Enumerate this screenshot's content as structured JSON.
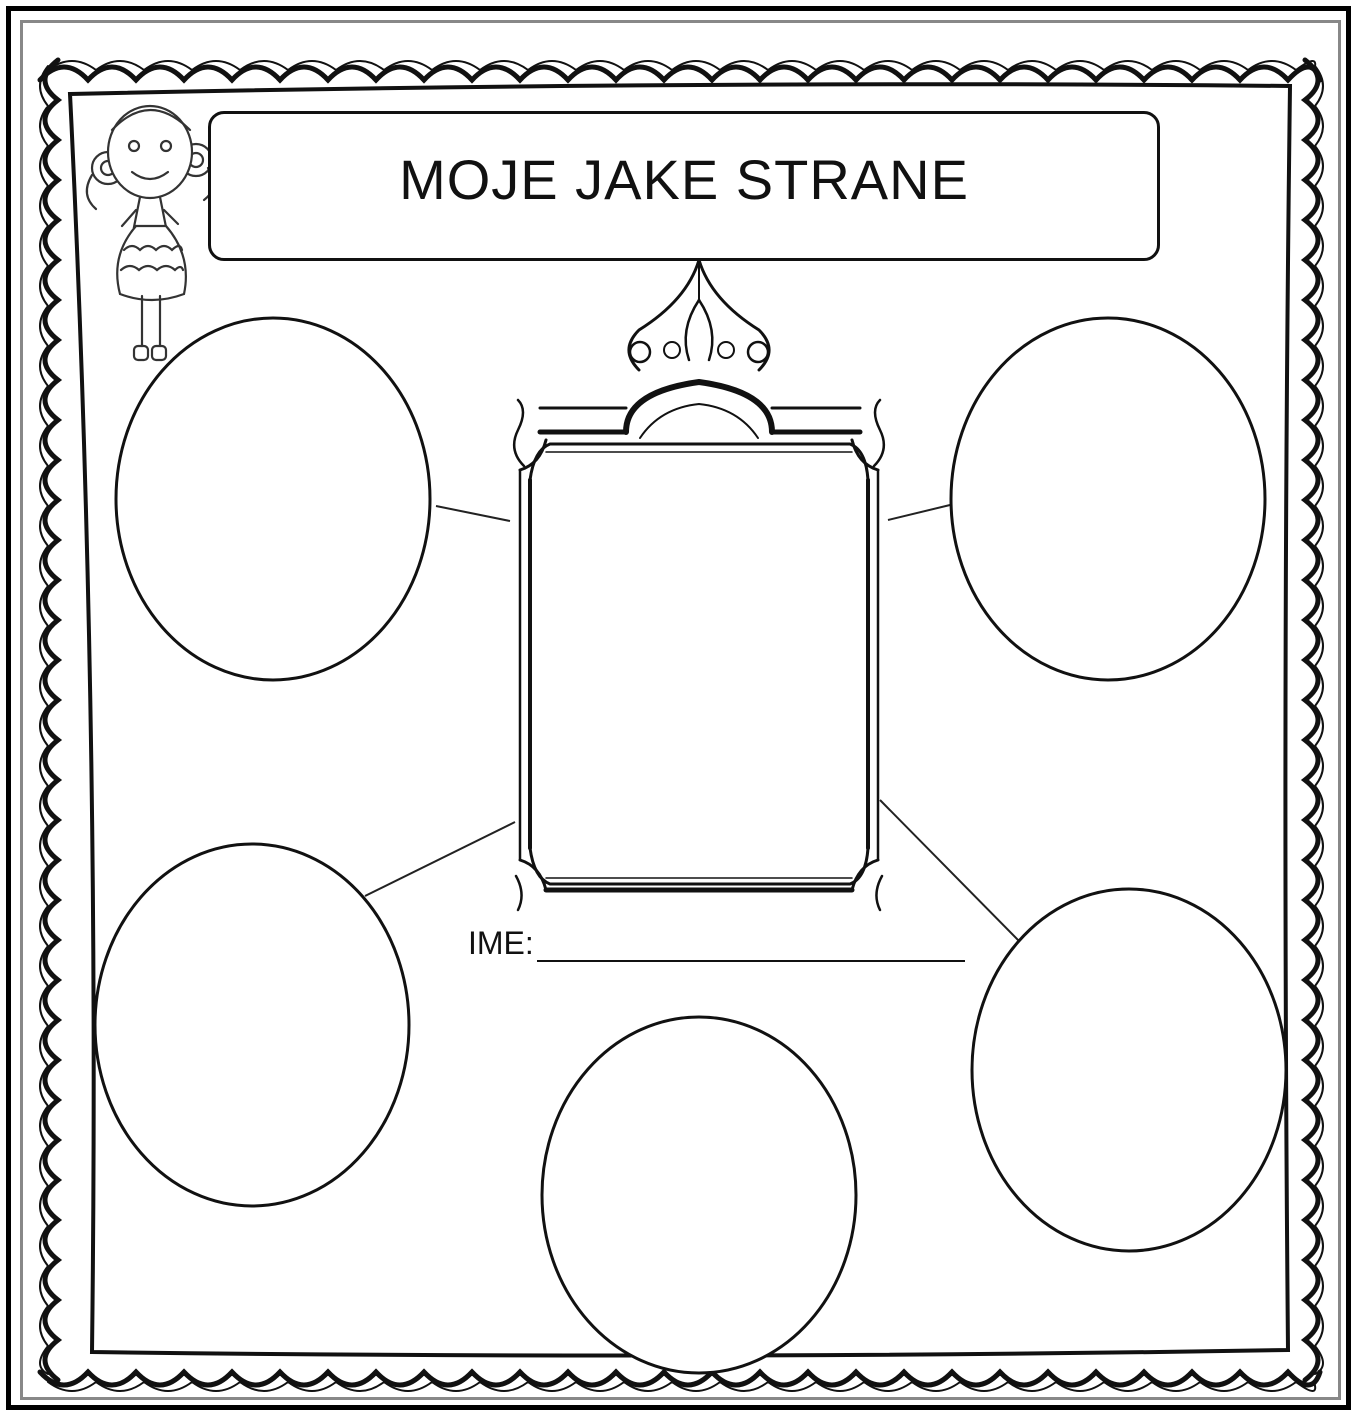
{
  "worksheet": {
    "title": "MOJE JAKE STRANE",
    "name_label": "IME:"
  },
  "circles": [
    {
      "name": "strength-circle-top-left"
    },
    {
      "name": "strength-circle-top-right"
    },
    {
      "name": "strength-circle-bottom-left"
    },
    {
      "name": "strength-circle-bottom-center"
    },
    {
      "name": "strength-circle-bottom-right"
    }
  ],
  "decorations": {
    "border": "wavy-scalloped-border",
    "mascot": "girl-doodle",
    "frame": "ornate-portrait-frame"
  }
}
